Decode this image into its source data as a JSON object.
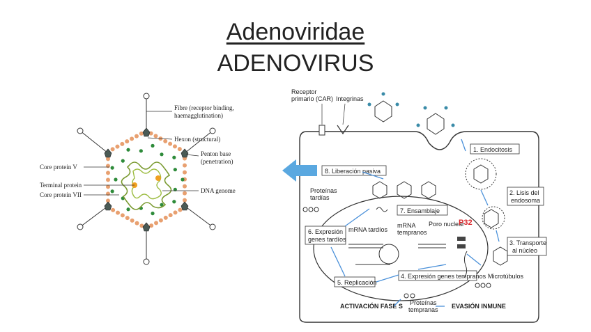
{
  "title": {
    "main": "Adenoviridae",
    "sub": "ADENOVIRUS"
  },
  "left_diagram": {
    "labels": {
      "fibre": [
        "Fibre (receptor binding,",
        "haemagglutination)"
      ],
      "hexon": "Hexon (structural)",
      "penton": [
        "Penton base",
        "(penetration)"
      ],
      "core_v": "Core protein V",
      "terminal": "Terminal protein",
      "core_vii": "Core protein VII",
      "dna": "DNA genome"
    }
  },
  "right_diagram": {
    "receptor": [
      "Receptor",
      "primario (CAR)"
    ],
    "integrinas": "Integrinas",
    "steps": {
      "s1": "1. Endocitosis",
      "s2": [
        "2. Lisis del",
        "endosoma"
      ],
      "s3": [
        "3. Transporte",
        "al núcleo"
      ],
      "s4": "4. Expresión genes tempranos",
      "s5": "5. Replicación",
      "s6": [
        "6. Expresión",
        "genes tardíos"
      ],
      "s7": "7. Ensamblaje",
      "s8": "8. Liberación pasiva"
    },
    "proteinas_tardias": [
      "Proteínas",
      "tardías"
    ],
    "mrna_tardios": "mRNA tardíos",
    "mrna_tempranos": [
      "mRNA",
      "tempranos"
    ],
    "poro_nuclear": "Poro nuclear",
    "p32": "P32",
    "microtubulos": "Microtúbulos",
    "proteinas_tempranas": [
      "Proteínas",
      "tempranas"
    ],
    "activacion": "ACTIVACIÓN FASE S",
    "evasion": "EVASIÓN INMUNE"
  },
  "colors": {
    "arrow": "#4a90d9",
    "p32": "#d9262b",
    "capsid_dots": "#e8a070",
    "green": "#2e8b3a"
  }
}
